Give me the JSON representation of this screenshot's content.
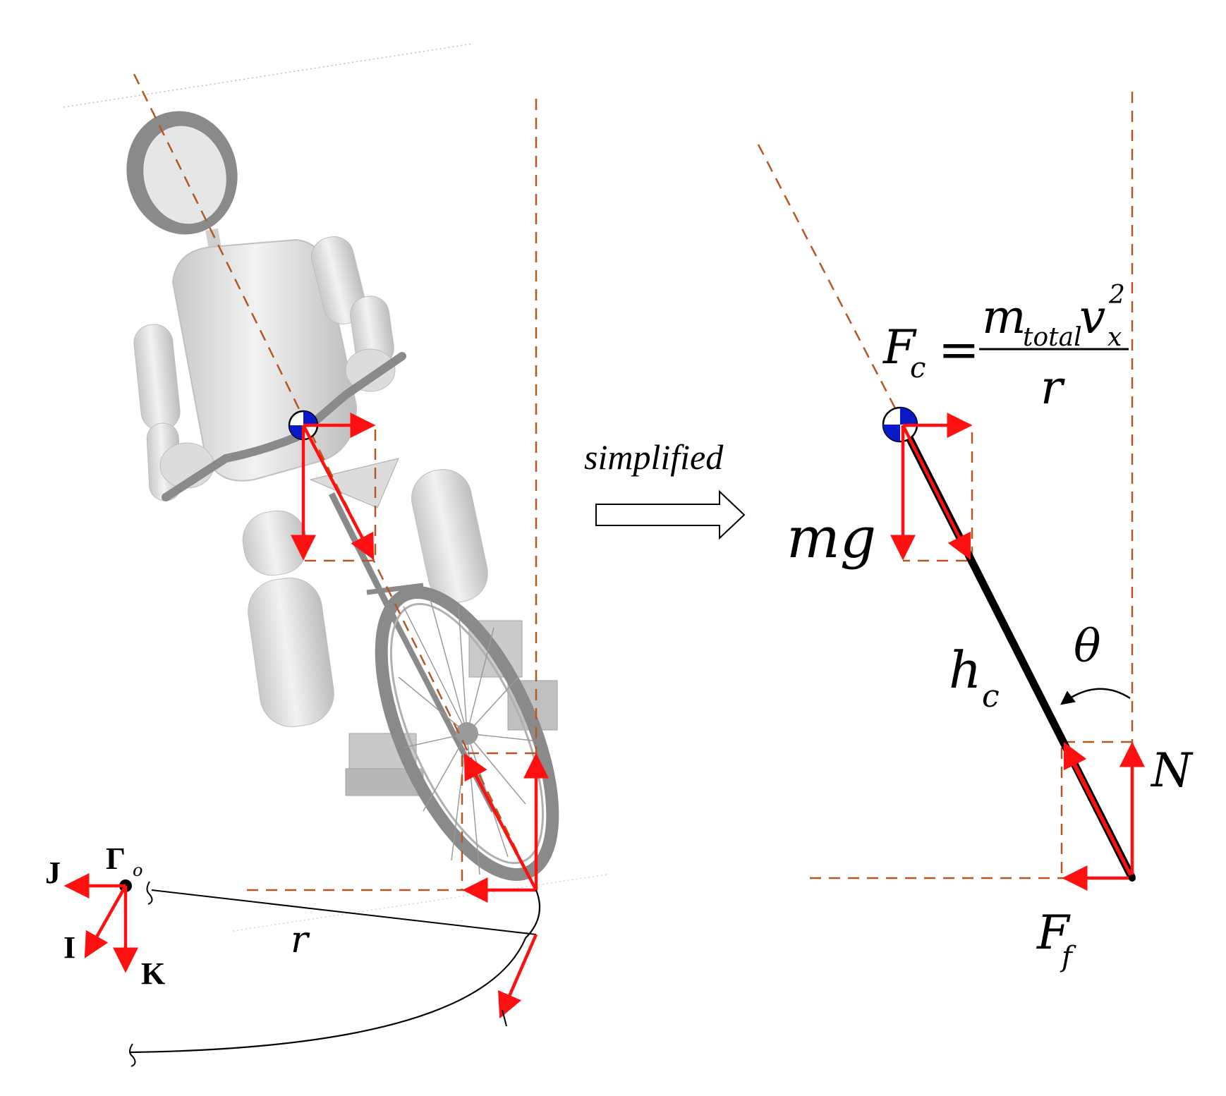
{
  "colors": {
    "force_arrow": "#ff1010",
    "guide_line": "#b5571e",
    "mass_center": "#0a19c8",
    "body_gray": "#d9d9d9",
    "body_dark": "#7a7a7a"
  },
  "icons": [
    "rider-body-icon",
    "bicycle-wheel-icon",
    "center-of-mass-icon",
    "hollow-right-arrow-icon"
  ],
  "left_panel": {
    "frame_label_main": "Γ",
    "frame_label_sub": "o",
    "axis_j": "J",
    "axis_i": "I",
    "axis_k": "K",
    "radius_label": "r"
  },
  "transition_label": "simplified",
  "right_panel": {
    "formula": {
      "lhs_main": "F",
      "lhs_sub": "c",
      "equals": "=",
      "numerator_m": "m",
      "numerator_m_sub": "total",
      "numerator_v": "v",
      "numerator_v_sup": "2",
      "numerator_v_sub": "x",
      "denominator": "r"
    },
    "gravity_label": "mg",
    "height_main": "h",
    "height_sub": "c",
    "angle_label": "θ",
    "normal_label": "N",
    "friction_main": "F",
    "friction_sub": "f"
  }
}
